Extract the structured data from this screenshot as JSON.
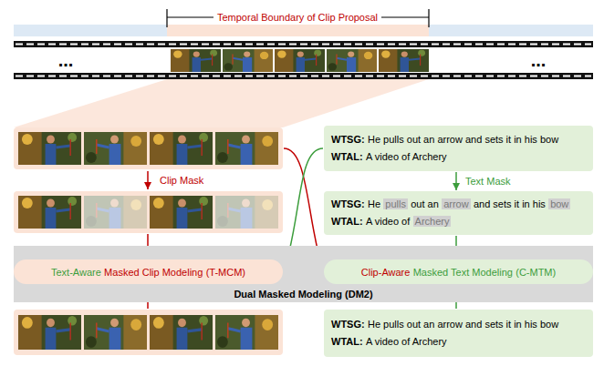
{
  "diagram": {
    "nodes": [
      {
        "text": [
          "WTSG:",
          "He pulls out an arrow and sets it in his bow",
          "WTAL:",
          "A video of Archery"
        ]
      },
      {
        "text": [
          "WTSG:",
          "He",
          "pulls",
          "out an",
          "arrow",
          "and sets it in his",
          "bow",
          "WTAL:",
          "A video of",
          "Archery"
        ]
      },
      {
        "text": [
          "Dual Masked Modeling (DM2)"
        ]
      },
      {
        "text": [
          "Text-Aware",
          "Masked Clip Modeling",
          "(T-MCM)"
        ],
        "in": 2
      },
      {
        "text": [
          "Clip-Aware",
          "Masked Text Modeling",
          "(C-MTM)"
        ],
        "in": 2
      },
      {
        "text": [
          "WTSG:",
          "He pulls out an arrow and sets it in his bow",
          "WTAL:",
          "A video of Archery"
        ]
      }
    ],
    "edges": [
      {
        "from": 0,
        "to": 1,
        "arrow": "to",
        "label": "Text Mask"
      },
      {
        "from": 0,
        "to": 3,
        "arrow": "to"
      },
      {
        "from": 1,
        "to": 4,
        "arrow": "to"
      },
      {
        "from": 5,
        "to": 4,
        "arrow": "to"
      }
    ],
    "labels": [
      "Temporal Boundary of Clip Proposal",
      "...",
      "...",
      "Clip Mask"
    ]
  }
}
